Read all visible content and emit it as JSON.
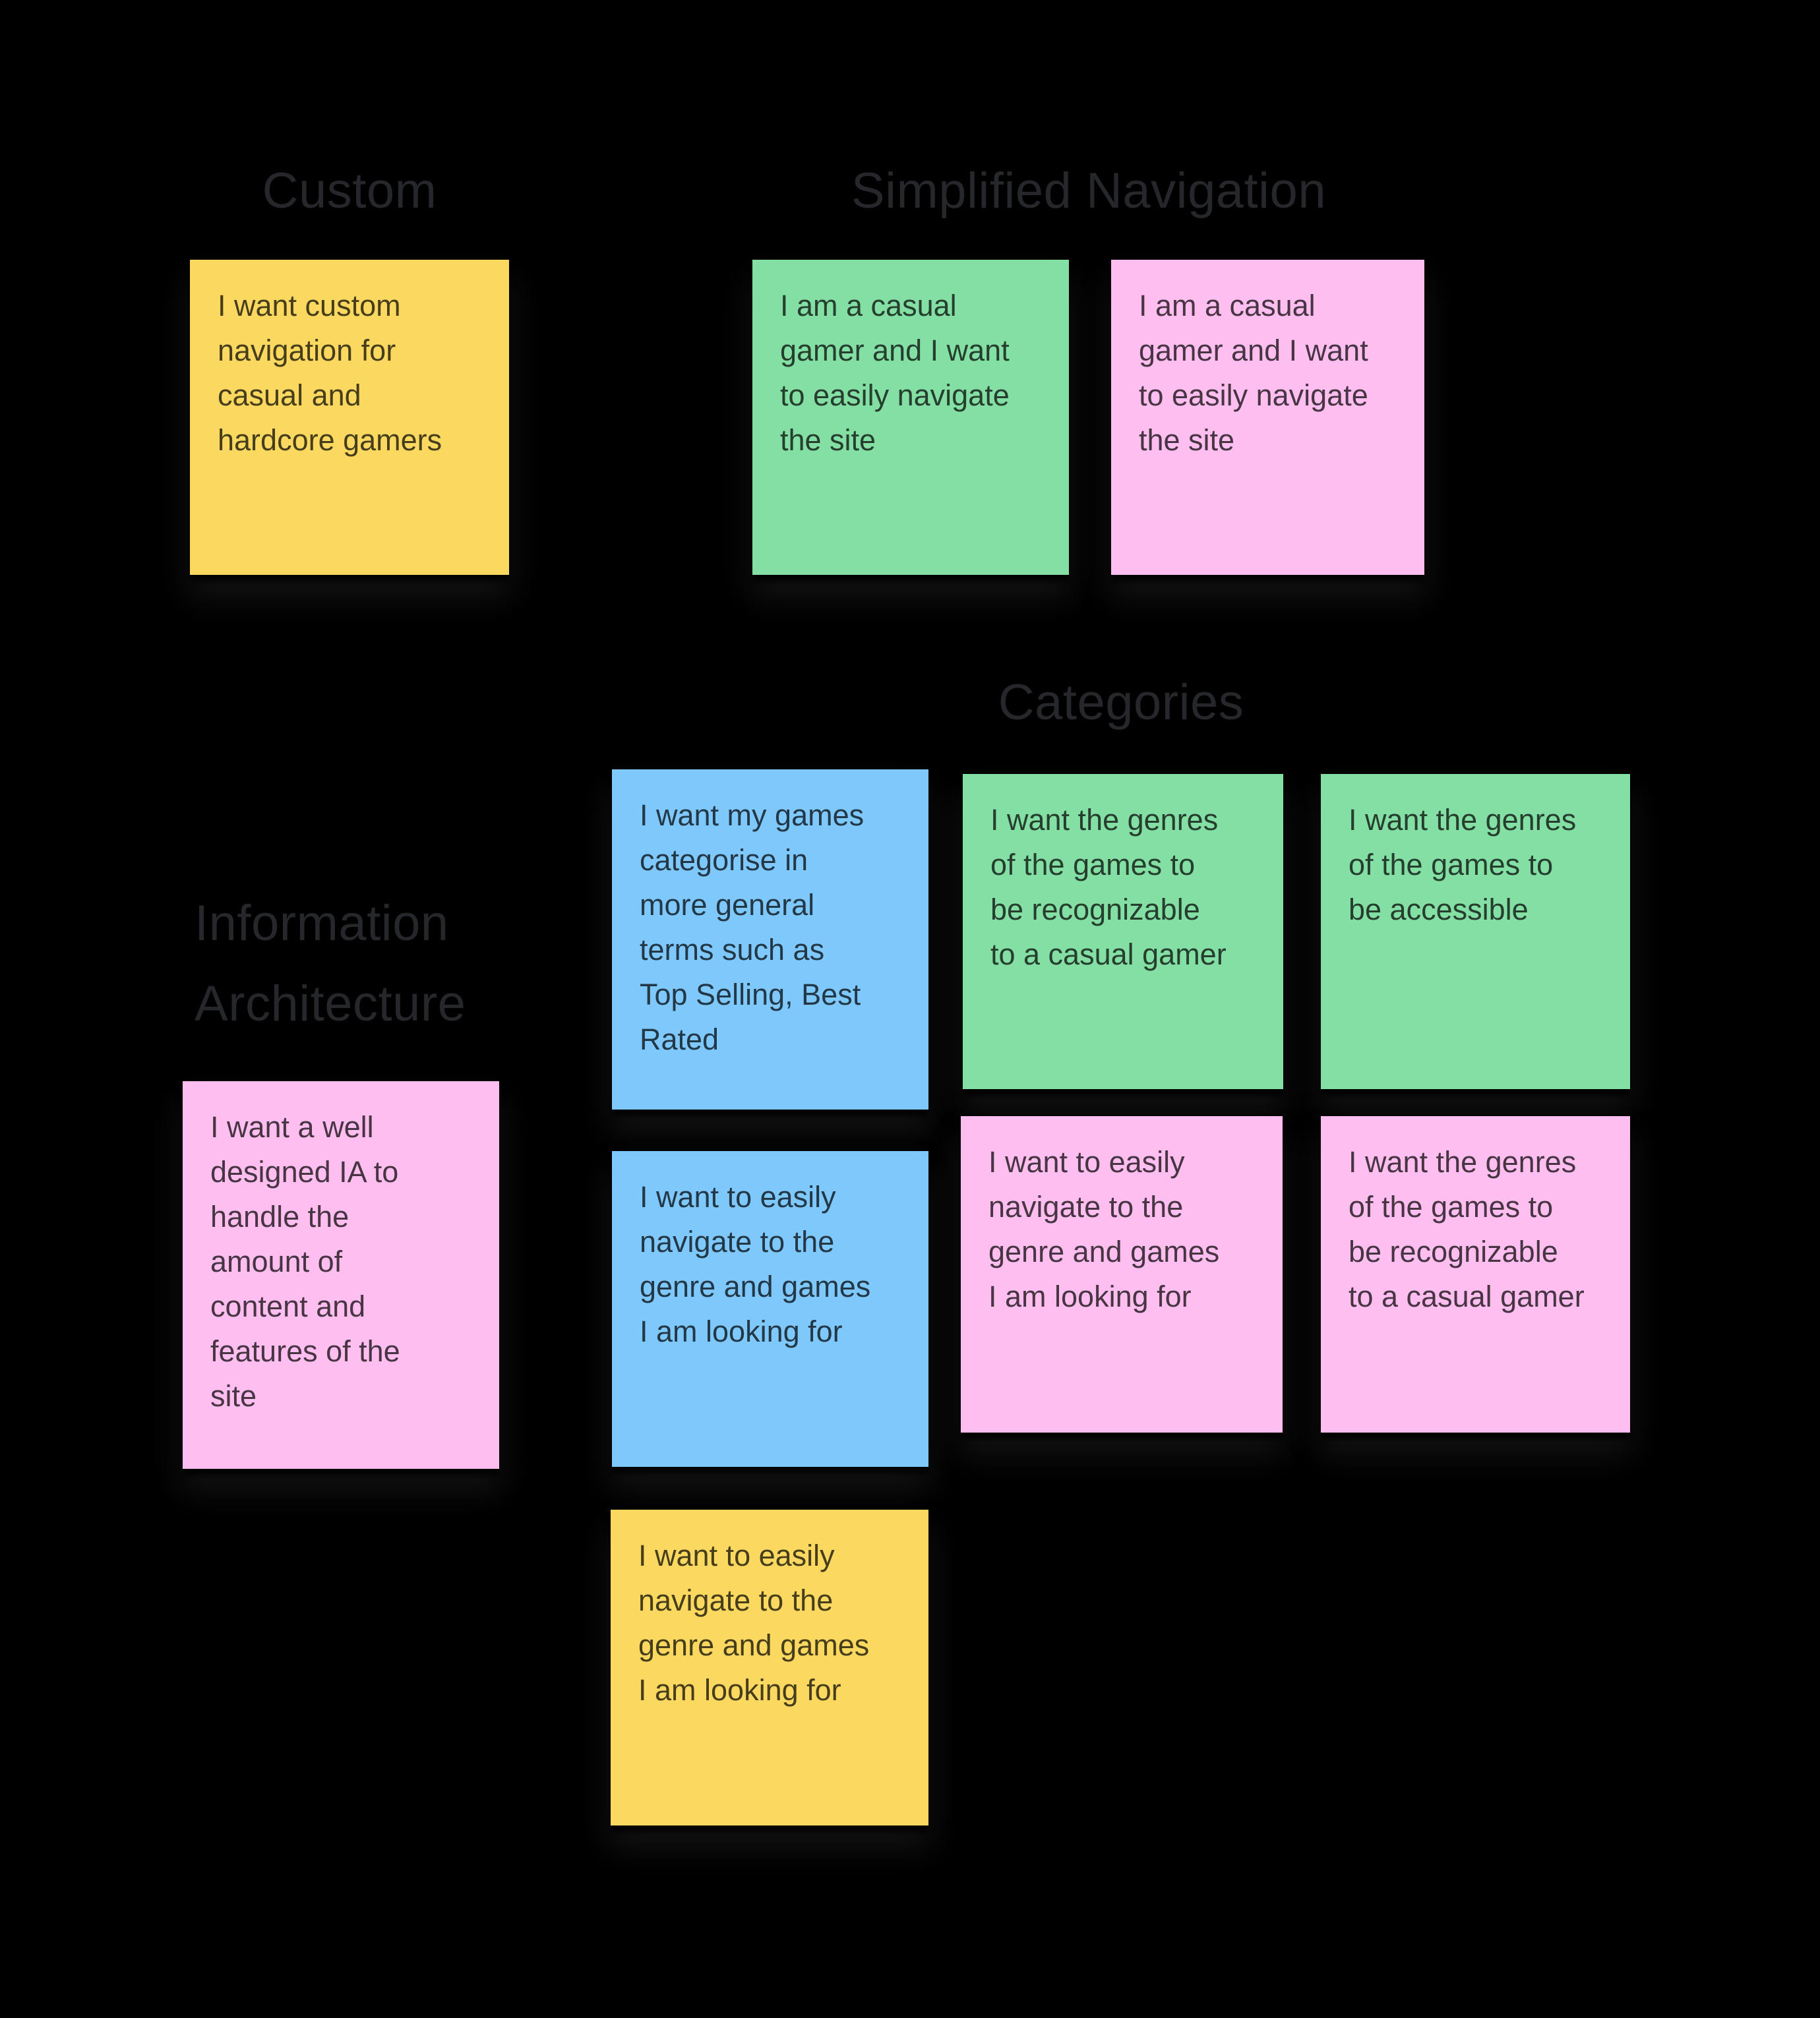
{
  "board": {
    "background_color": "#000000",
    "heading_color": "#26272a",
    "note_text_color": "rgba(0,0,0,0.72)",
    "palette": {
      "yellow": "#FBD960",
      "green": "#84DFA4",
      "pink": "#FFBEF0",
      "blue": "#7FC8FC"
    },
    "groups": [
      {
        "title": "Custom",
        "notes": [
          {
            "color": "yellow",
            "text": "I want custom\nnavigation for\ncasual and\nhardcore gamers"
          }
        ]
      },
      {
        "title": "Simplified Navigation",
        "notes": [
          {
            "color": "green",
            "text": "I am a casual\ngamer and I want\nto easily navigate\nthe site"
          },
          {
            "color": "pink",
            "text": "I am a casual\ngamer and I want\nto easily navigate\nthe site"
          }
        ]
      },
      {
        "title": "Categories",
        "notes": [
          {
            "color": "blue",
            "text": "I want my games\ncategorise in\nmore general\nterms such as\nTop Selling, Best\nRated"
          },
          {
            "color": "green",
            "text": "I want the genres\nof the games to\nbe recognizable\nto a casual gamer"
          },
          {
            "color": "green",
            "text": "I want the genres\nof the games to\nbe accessible"
          },
          {
            "color": "blue",
            "text": "I want to easily\nnavigate to the\ngenre and games\nI am looking for"
          },
          {
            "color": "pink",
            "text": "I want to easily\nnavigate to the\ngenre and games\nI am looking for"
          },
          {
            "color": "pink",
            "text": "I want the genres\nof the games to\nbe recognizable\nto a casual gamer"
          },
          {
            "color": "yellow",
            "text": "I want to easily\nnavigate to the\ngenre and games\nI am looking for"
          }
        ]
      },
      {
        "title": "Information\nArchitecture",
        "notes": [
          {
            "color": "pink",
            "text": "I want a well\ndesigned IA to\nhandle the\namount of\ncontent and\nfeatures of the\nsite"
          }
        ]
      }
    ]
  }
}
